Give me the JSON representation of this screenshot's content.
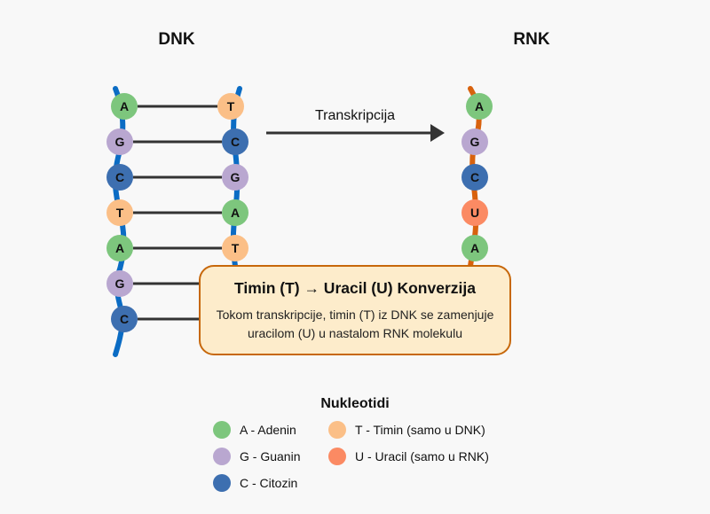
{
  "titles": {
    "dna": "DNK",
    "rna": "RNK"
  },
  "process_label": "Transkripcija",
  "colors": {
    "A": "#7dc67d",
    "G": "#b9a7d0",
    "C": "#3d6fb0",
    "T": "#fbbf87",
    "U": "#fb8a63",
    "dna_backbone": "#0b6cc4",
    "rna_backbone": "#d8620e",
    "rung": "#333333",
    "callout_fill": "#fdeccb",
    "callout_border": "#c7680b"
  },
  "dna": {
    "left_strand": [
      "A",
      "G",
      "C",
      "T",
      "A",
      "G",
      "C"
    ],
    "right_strand": [
      "T",
      "C",
      "G",
      "A",
      "T",
      "",
      ""
    ]
  },
  "rna": {
    "strand": [
      "A",
      "G",
      "C",
      "U",
      "A"
    ]
  },
  "callout": {
    "title": "Timin (T) → Uracil (U) Konverzija",
    "line1": "Tokom transkripcije, timin (T) iz DNK se zamenjuje",
    "line2": "uracilom (U) u nastalom RNK molekulu"
  },
  "legend": {
    "title": "Nukleotidi",
    "items": [
      {
        "code": "A",
        "label": "A - Adenin"
      },
      {
        "code": "T",
        "label": "T - Timin (samo u DNK)"
      },
      {
        "code": "G",
        "label": "G - Guanin"
      },
      {
        "code": "U",
        "label": "U - Uracil (samo u RNK)"
      },
      {
        "code": "C",
        "label": "C - Citozin"
      }
    ]
  }
}
